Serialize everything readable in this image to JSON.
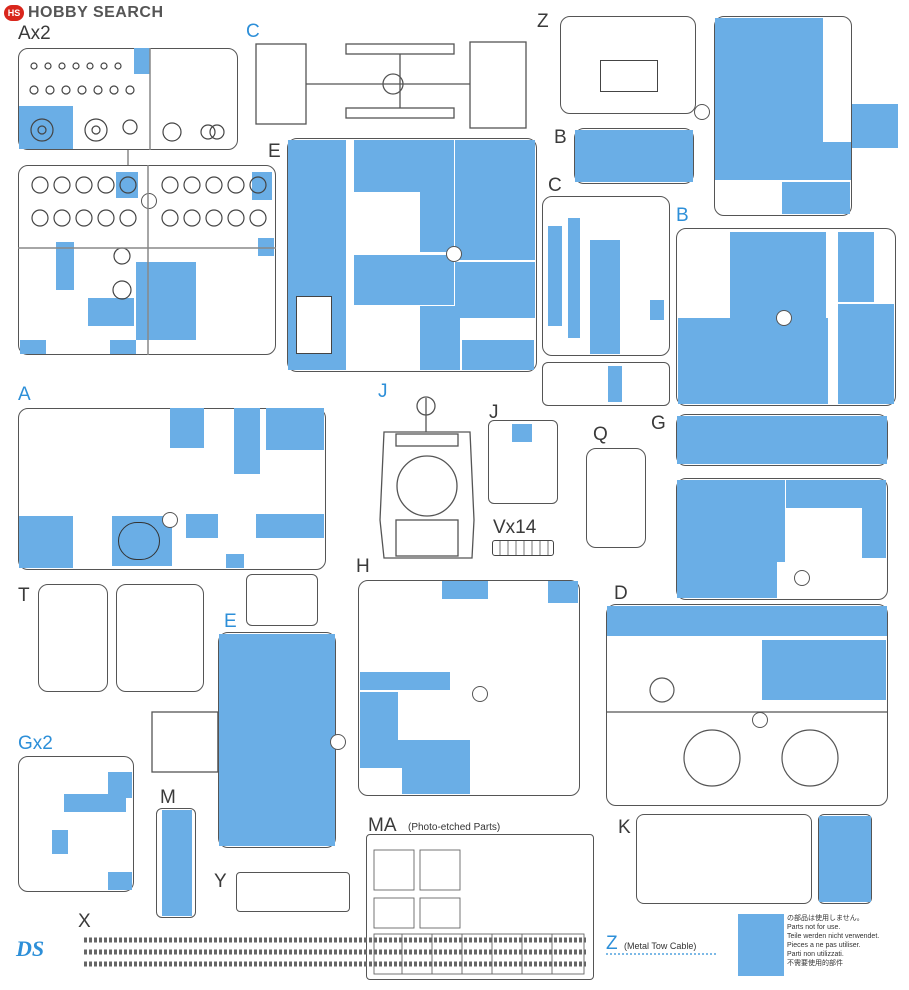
{
  "header": {
    "brand": "HOBBY SEARCH",
    "logo_text": "HS"
  },
  "labels": {
    "ax2": "Ax2",
    "c_top": "C",
    "z_top": "Z",
    "e_top": "E",
    "b_small": "B",
    "c_mid": "C",
    "b_big": "B",
    "a": "A",
    "j_big": "J",
    "j_small": "J",
    "q": "Q",
    "g": "G",
    "vx14": "Vx14",
    "t": "T",
    "h": "H",
    "d": "D",
    "e_mid": "E",
    "gx2": "Gx2",
    "m": "M",
    "ma": "MA",
    "ma_sub": "(Photo-etched Parts)",
    "k": "K",
    "y": "Y",
    "x": "X",
    "z_cable": "Z",
    "z_cable_sub": "(Metal Tow Cable)",
    "ds_logo": "DS"
  },
  "legend": {
    "color": "#6aaee6",
    "lines": [
      "の部品は使用しません。",
      "Parts not for use.",
      "Teile werden nicht verwendet.",
      "Pieces a ne pas utiliser.",
      "Parti non utilizzati.",
      "不需要使用的部件"
    ]
  },
  "colors": {
    "highlight": "#6aaee6",
    "label_blue": "#2d8fd8",
    "outline": "#555555"
  }
}
